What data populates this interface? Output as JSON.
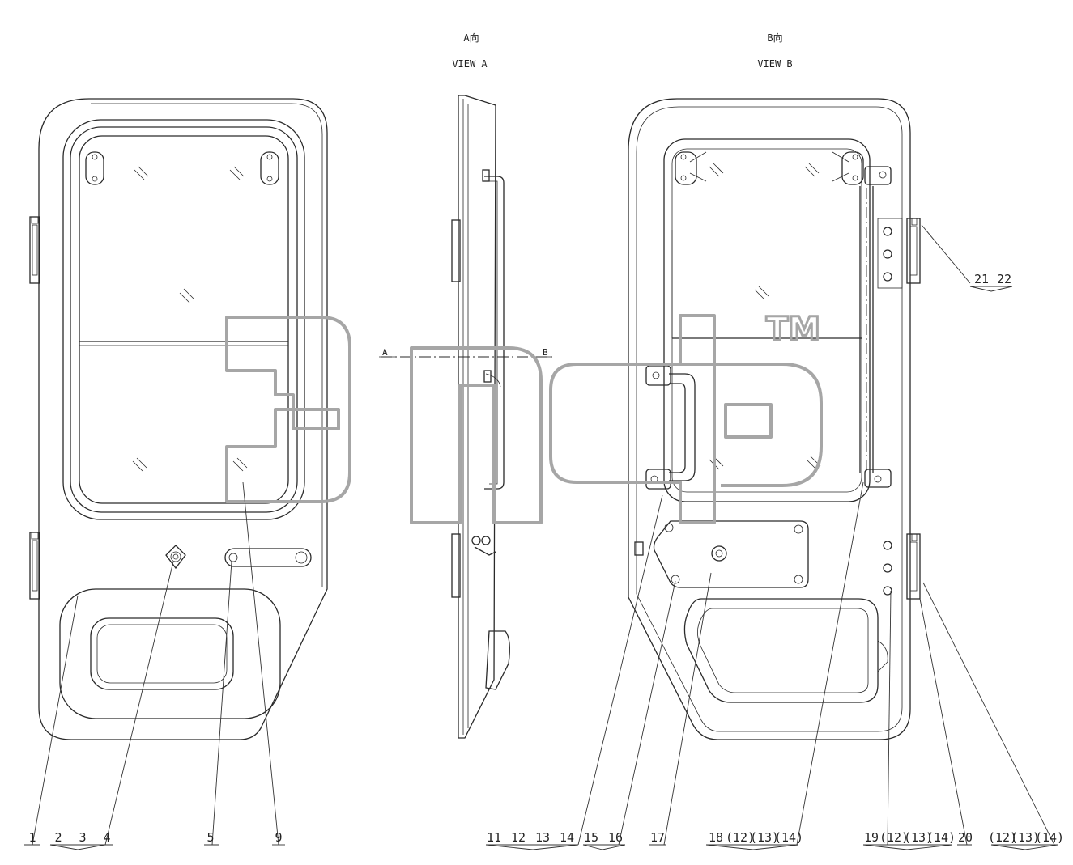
{
  "views": {
    "view_a": {
      "title_cn": "A向",
      "title_en": "VIEW A"
    },
    "view_b": {
      "title_cn": "B向",
      "title_en": "VIEW B"
    }
  },
  "section_marks": {
    "a": "A",
    "b": "B"
  },
  "watermark": {
    "trademark": "TM"
  },
  "part_labels": {
    "l1": "1",
    "l2": "2",
    "l3": "3",
    "l4": "4",
    "l5": "5",
    "l9": "9",
    "l11": "11",
    "l12": "12",
    "l13": "13",
    "l14": "14",
    "l15": "15",
    "l16": "16",
    "l17": "17",
    "l18": "18",
    "l18b": "(12)",
    "l18c": "(13)",
    "l18d": "(14)",
    "l19": "19",
    "l19b": "(12)",
    "l19c": "(13)",
    "l19d": "(14)",
    "l20": "20",
    "l20b": "(12)",
    "l20c": "(13)",
    "l20d": "(14)",
    "l21": "21",
    "l22": "22"
  }
}
